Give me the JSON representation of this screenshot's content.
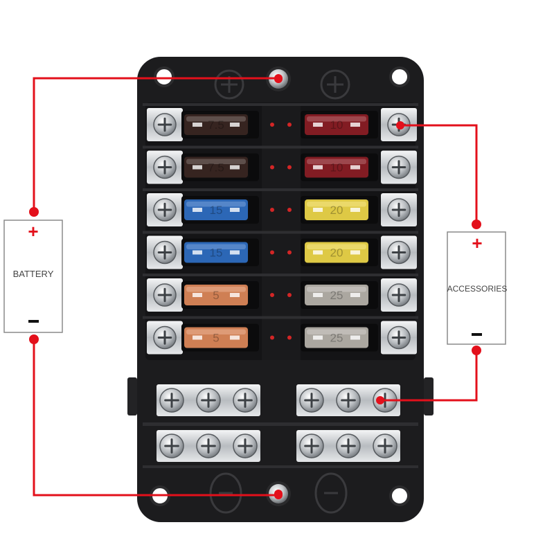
{
  "battery": {
    "label": "BATTERY",
    "plus": "+",
    "minus": "−"
  },
  "accessories": {
    "label": "ACCESSORIES",
    "plus": "+",
    "minus": "−"
  },
  "fuses": {
    "left": [
      {
        "rating": "7.5",
        "color": "#3a2622"
      },
      {
        "rating": "7.5",
        "color": "#3a2622"
      },
      {
        "rating": "15",
        "color": "#2f6fc4"
      },
      {
        "rating": "15",
        "color": "#2f6fc4"
      },
      {
        "rating": "5",
        "color": "#e0895a"
      },
      {
        "rating": "5",
        "color": "#e0895a"
      }
    ],
    "right": [
      {
        "rating": "10",
        "color": "#8c1d25"
      },
      {
        "rating": "10",
        "color": "#8c1d25"
      },
      {
        "rating": "20",
        "color": "#f0d94a"
      },
      {
        "rating": "20",
        "color": "#f0d94a"
      },
      {
        "rating": "25",
        "color": "#b9b4ad"
      },
      {
        "rating": "25",
        "color": "#b9b4ad"
      }
    ]
  },
  "colors": {
    "wire": "#e3101b",
    "housing": "#1c1c1e",
    "metal": "#c9cccf"
  }
}
